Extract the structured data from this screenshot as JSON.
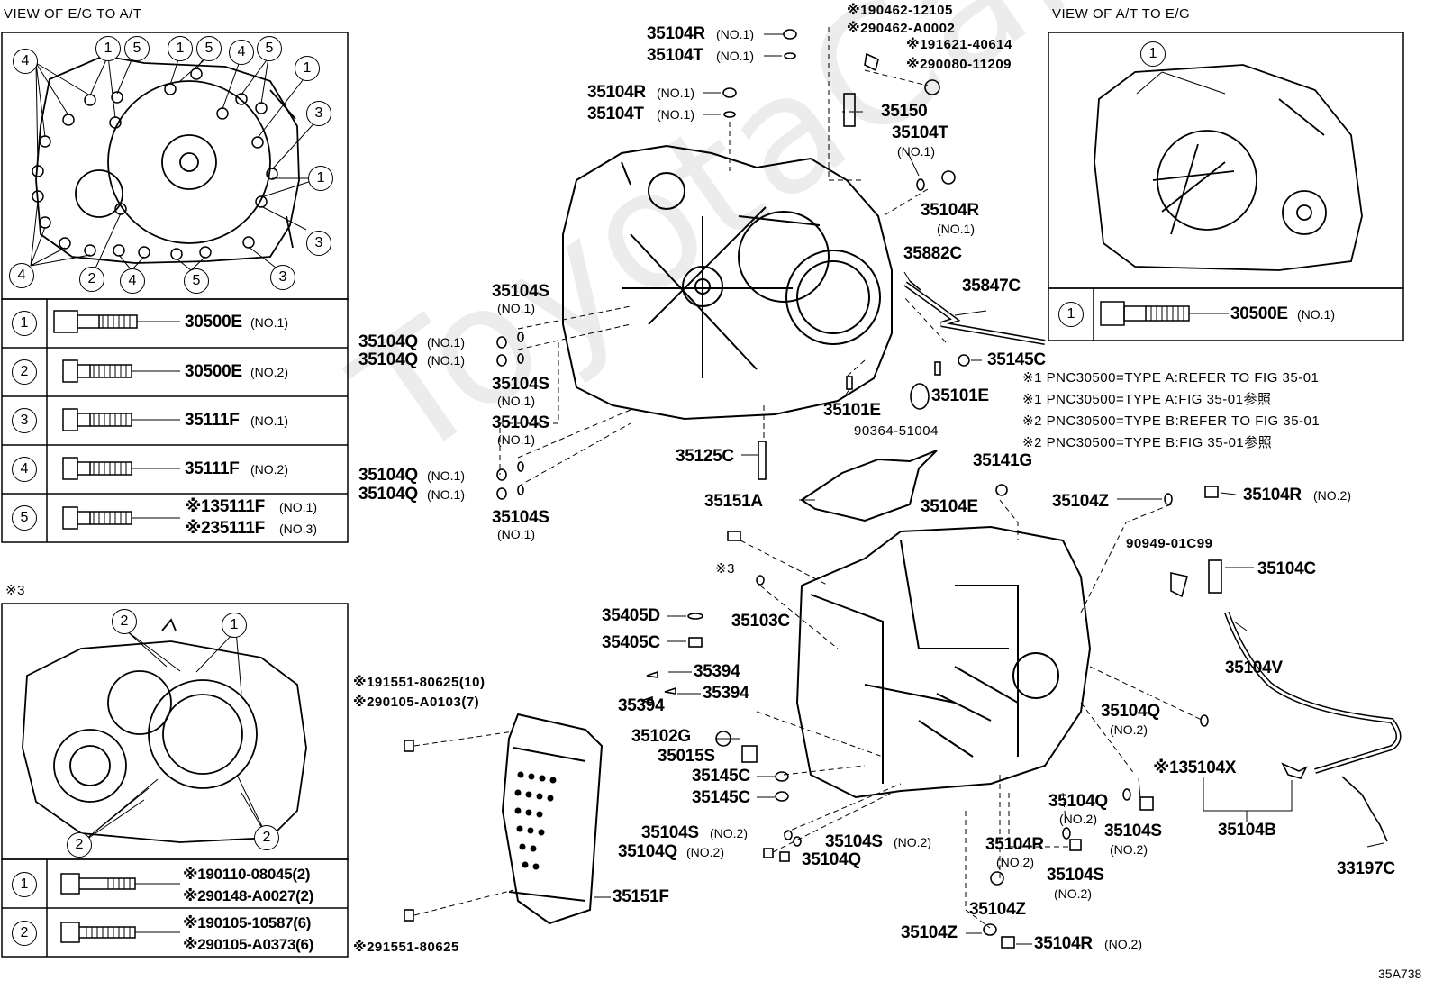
{
  "watermark": "ToyotaCarPart",
  "figure_id": "35A738",
  "captions": {
    "eg_to_at": "VIEW OF E/G TO A/T",
    "at_to_eg": "VIEW OF A/T TO E/G",
    "note3": "※3"
  },
  "bolt_tables": {
    "left": [
      {
        "no": "1",
        "part": "30500E",
        "spec": "(NO.1)"
      },
      {
        "no": "2",
        "part": "30500E",
        "spec": "(NO.2)"
      },
      {
        "no": "3",
        "part": "35111F",
        "spec": "(NO.1)"
      },
      {
        "no": "4",
        "part": "35111F",
        "spec": "(NO.2)"
      },
      {
        "no": "5",
        "part": "※135111F",
        "spec": "(NO.1)",
        "part2": "※235111F",
        "spec2": "(NO.3)"
      }
    ],
    "right": [
      {
        "no": "1",
        "part": "30500E",
        "spec": "(NO.1)"
      }
    ],
    "bottom": [
      {
        "no": "1",
        "line1": "※190110-08045(2)",
        "line2": "※290148-A0027(2)"
      },
      {
        "no": "2",
        "line1": "※190105-10587(6)",
        "line2": "※290105-A0373(6)"
      }
    ]
  },
  "notes": [
    "※1 PNC30500=TYPE A:REFER TO FIG 35-01",
    "※1 PNC30500=TYPE A:FIG 35-01参照",
    "※2 PNC30500=TYPE B:REFER TO FIG 35-01",
    "※2 PNC30500=TYPE B:FIG 35-01参照"
  ],
  "callouts": {
    "c01": {
      "part": "35104R",
      "spec": "(NO.1)"
    },
    "c02": {
      "part": "35104T",
      "spec": "(NO.1)"
    },
    "c03": {
      "part": "35104R",
      "spec": "(NO.1)"
    },
    "c04": {
      "part": "35104T",
      "spec": "(NO.1)"
    },
    "c05": {
      "part": "※190462-12105"
    },
    "c06": {
      "part": "※290462-A0002"
    },
    "c07": {
      "part": "※191621-40614"
    },
    "c08": {
      "part": "※290080-11209"
    },
    "c09": {
      "part": "35150"
    },
    "c10": {
      "part": "35104T",
      "spec": "(NO.1)"
    },
    "c11": {
      "part": "35104R",
      "spec": "(NO.1)"
    },
    "c12": {
      "part": "35882C"
    },
    "c13": {
      "part": "35847C"
    },
    "c14": {
      "part": "35145C"
    },
    "c15": {
      "part": "35101E"
    },
    "c16": {
      "part": "35101E"
    },
    "c17": {
      "part": "90364-51004"
    },
    "c18": {
      "part": "35104S",
      "spec": "(NO.1)"
    },
    "c19": {
      "part": "35104Q",
      "spec": "(NO.1)"
    },
    "c20": {
      "part": "35104Q",
      "spec": "(NO.1)"
    },
    "c21": {
      "part": "35104S",
      "spec": "(NO.1)"
    },
    "c22": {
      "part": "35104S",
      "spec": "(NO.1)"
    },
    "c23": {
      "part": "35104Q",
      "spec": "(NO.1)"
    },
    "c24": {
      "part": "35104Q",
      "spec": "(NO.1)"
    },
    "c25": {
      "part": "35104S",
      "spec": "(NO.1)"
    },
    "c26": {
      "part": "35125C"
    },
    "c27": {
      "part": "35151A"
    },
    "c28": {
      "part": "35104E"
    },
    "c29": {
      "part": "35141G"
    },
    "c30": {
      "part": "35104Z"
    },
    "c31": {
      "part": "35104R",
      "spec": "(NO.2)"
    },
    "c32": {
      "part": "90949-01C99"
    },
    "c33": {
      "part": "35104C"
    },
    "c34": {
      "part": "※3"
    },
    "c35": {
      "part": "35103C"
    },
    "c36": {
      "part": "35405D"
    },
    "c37": {
      "part": "35405C"
    },
    "c38": {
      "part": "35394"
    },
    "c39": {
      "part": "35394"
    },
    "c40": {
      "part": "35394"
    },
    "c41": {
      "part": "35102G"
    },
    "c42": {
      "part": "35015S"
    },
    "c43": {
      "part": "35145C"
    },
    "c44": {
      "part": "35145C"
    },
    "c45": {
      "part": "35104V"
    },
    "c46": {
      "part": "35104Q",
      "spec": "(NO.2)"
    },
    "c47": {
      "part": "※135104X"
    },
    "c48": {
      "part": "35104B"
    },
    "c49": {
      "part": "33197C"
    },
    "c50": {
      "part": "※191551-80625(10)"
    },
    "c51": {
      "part": "※290105-A0103(7)"
    },
    "c52": {
      "part": "35104S",
      "spec": "(NO.2)"
    },
    "c53": {
      "part": "35104S",
      "spec": "(NO.2)"
    },
    "c54": {
      "part": "35104Q",
      "spec": "(NO.2)"
    },
    "c55": {
      "part": "35104Q"
    },
    "c56": {
      "part": "35104Q",
      "spec": "(NO.2)"
    },
    "c57": {
      "part": "35104S",
      "spec": "(NO.2)"
    },
    "c58": {
      "part": "35104R",
      "spec": "(NO.2)"
    },
    "c59": {
      "part": "35104S",
      "spec": "(NO.2)"
    },
    "c60": {
      "part": "35104Z"
    },
    "c61": {
      "part": "35151F"
    },
    "c62": {
      "part": "35104Z"
    },
    "c63": {
      "part": "35104R",
      "spec": "(NO.2)"
    },
    "c64": {
      "part": "※291551-80625"
    }
  },
  "view_markers": {
    "top_left": [
      "4",
      "1",
      "5",
      "1",
      "5",
      "4",
      "5",
      "1",
      "3",
      "1",
      "3",
      "3",
      "5",
      "4",
      "2",
      "4"
    ],
    "top_right": [
      "1"
    ],
    "bottom_left": [
      "2",
      "1",
      "2",
      "2"
    ]
  }
}
